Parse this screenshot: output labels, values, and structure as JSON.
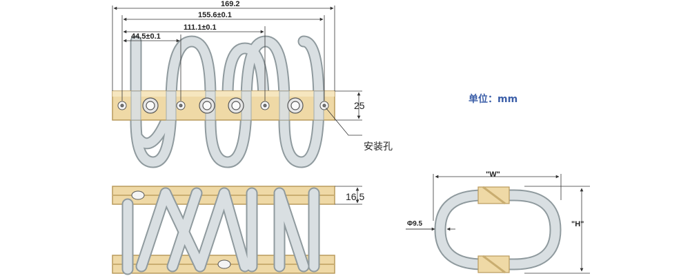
{
  "dimensions": {
    "overall": "169.2",
    "outer_holes": "155.6±0.1",
    "middle_holes": "111.1±0.1",
    "inner_holes": "44.5±0.1",
    "plate_height": "25",
    "side_height": "16.5",
    "wire_diameter": "Φ9.5",
    "width_label": "\"W\"",
    "height_label": "\"H\""
  },
  "labels": {
    "mounting_hole": "安装孔",
    "unit": "单位：mm"
  },
  "colors": {
    "plate": "#efd9a6",
    "plate_stroke": "#b99a5c",
    "wire": "#d7dde0",
    "wire_stroke": "#9aa6ab",
    "unit_text": "#3b5ea8"
  }
}
